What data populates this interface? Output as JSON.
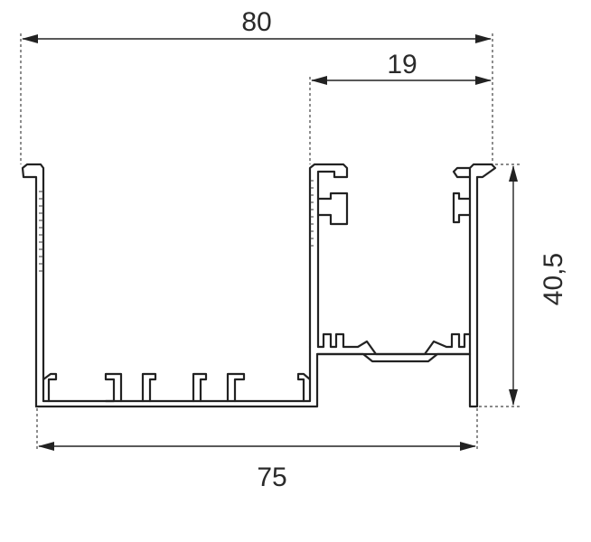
{
  "dimensions": {
    "total_width": "80",
    "channel_width": "19",
    "height": "40,5",
    "bottom_width": "75"
  },
  "colors": {
    "line": "#222222",
    "background": "#ffffff"
  }
}
